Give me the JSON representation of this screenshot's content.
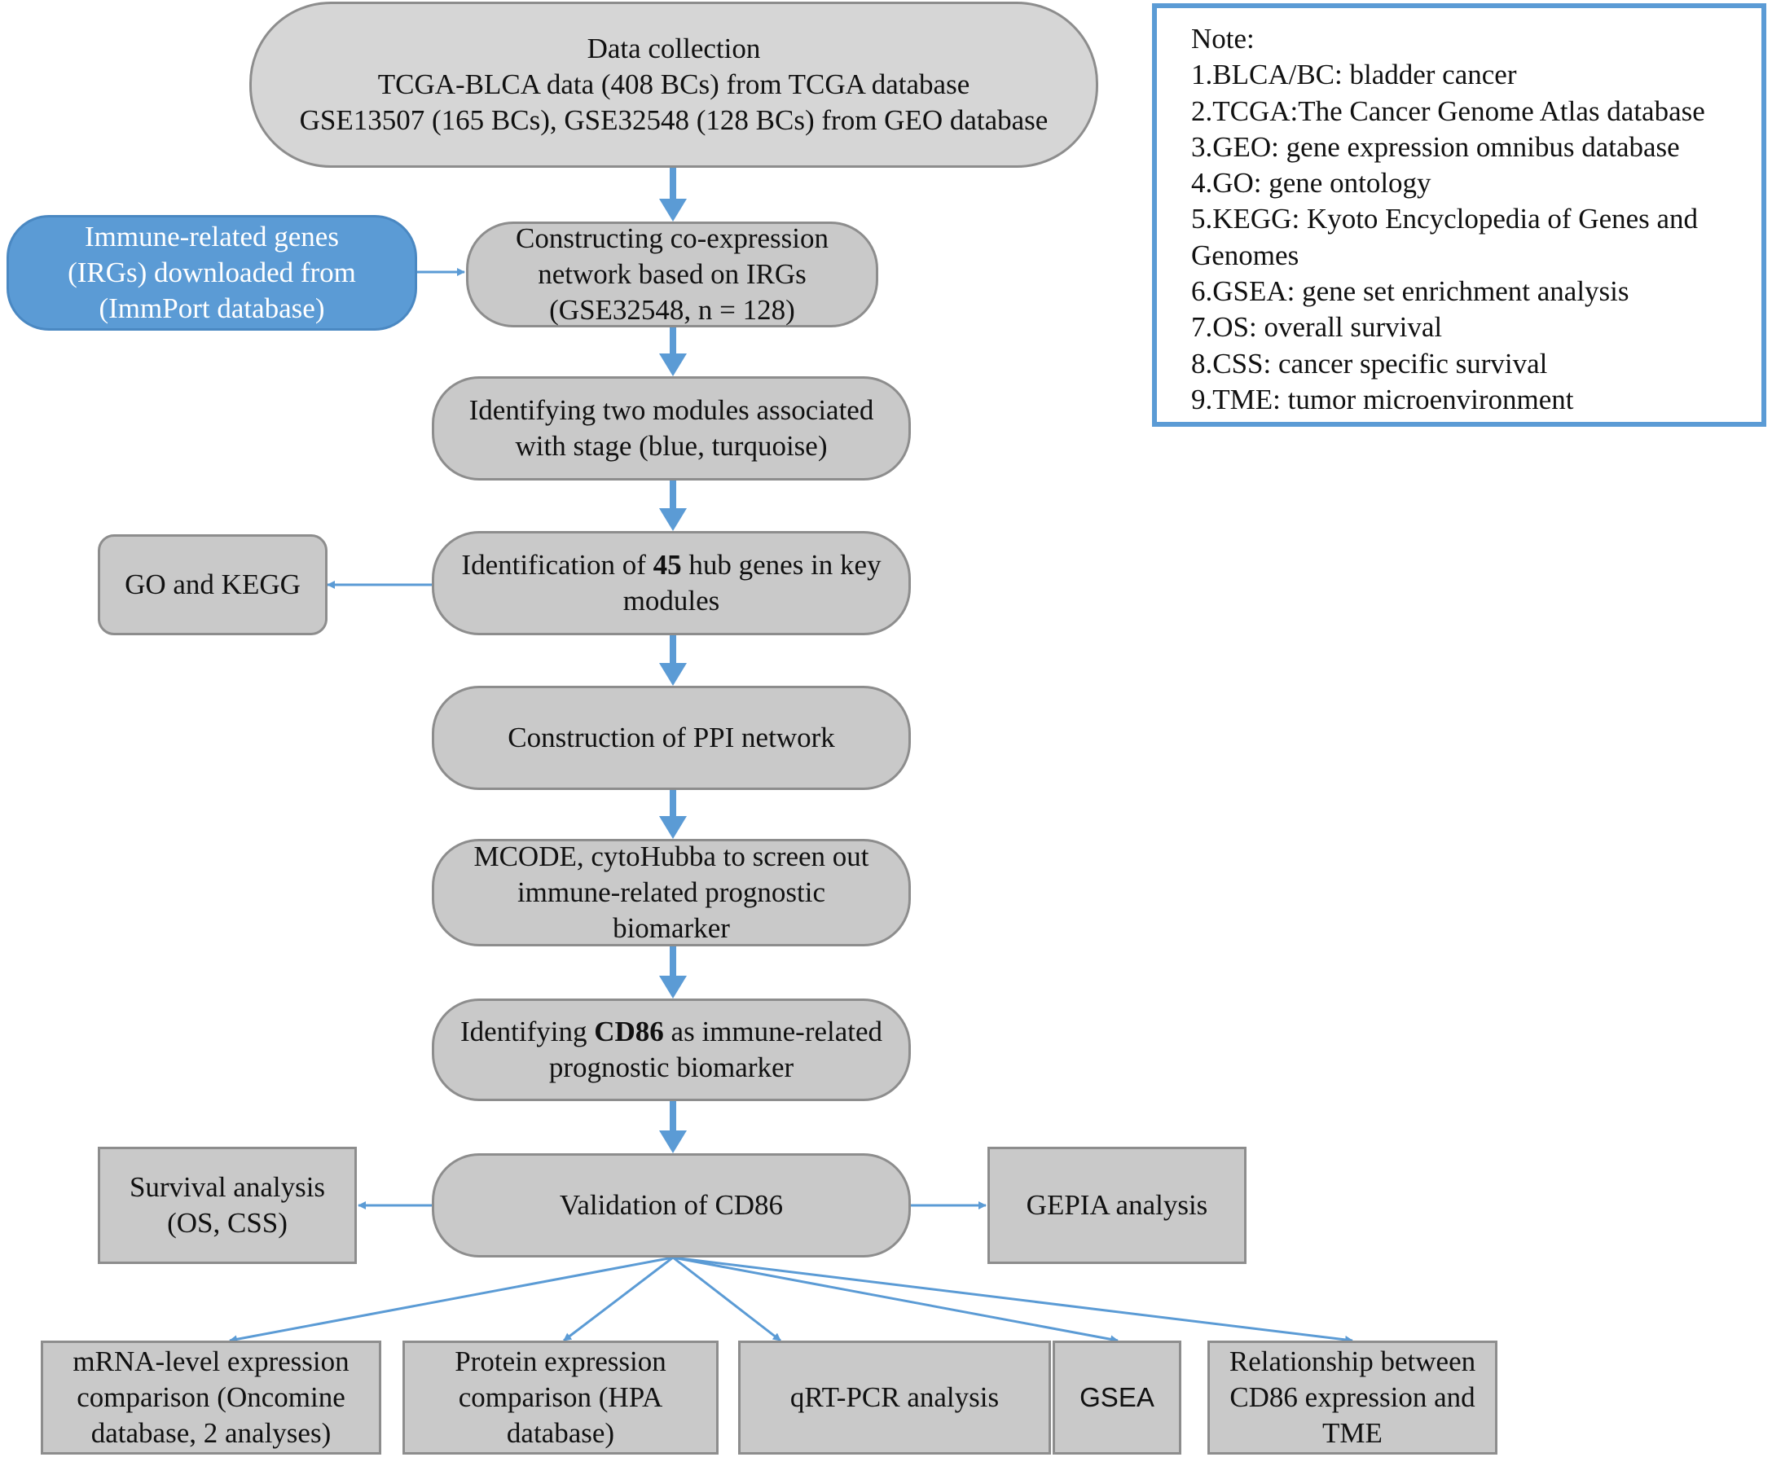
{
  "nodes": {
    "data_collection": {
      "lines": [
        "Data collection",
        "TCGA-BLCA data (408 BCs) from TCGA database",
        "GSE13507 (165 BCs), GSE32548 (128 BCs) from GEO database"
      ]
    },
    "irgs_source": {
      "lines": [
        "Immune-related genes",
        "(IRGs) downloaded from",
        "(ImmPort database)"
      ]
    },
    "coexpression": {
      "lines": [
        "Constructing co-expression",
        "network based on IRGs",
        "(GSE32548, n = 128)"
      ]
    },
    "modules": {
      "lines": [
        "Identifying two modules associated",
        "with stage (blue, turquoise)"
      ]
    },
    "hub_genes": {
      "pre": "Identification of ",
      "bold": "45",
      "post": " hub genes in key",
      "line2": "modules"
    },
    "go_kegg": {
      "label": "GO and KEGG"
    },
    "ppi": {
      "label": "Construction of PPI network"
    },
    "mcode": {
      "lines": [
        "MCODE, cytoHubba to screen out",
        "immune-related prognostic",
        "biomarker"
      ]
    },
    "cd86": {
      "pre": "Identifying ",
      "bold": "CD86",
      "post": " as immune-related",
      "line2": "prognostic biomarker"
    },
    "validation": {
      "label": "Validation of CD86"
    },
    "survival": {
      "lines": [
        "Survival analysis",
        "(OS, CSS)"
      ]
    },
    "gepia": {
      "label": "GEPIA analysis"
    },
    "mrna": {
      "lines": [
        "mRNA-level expression",
        "comparison (Oncomine",
        "database, 2 analyses)"
      ]
    },
    "protein": {
      "lines": [
        "Protein expression",
        "comparison (HPA",
        "database)"
      ]
    },
    "qrtpcr": {
      "label": "qRT-PCR analysis"
    },
    "gsea": {
      "label": "GSEA"
    },
    "tme": {
      "lines": [
        "Relationship between",
        "CD86 expression and",
        "TME"
      ]
    }
  },
  "note": {
    "title": "Note:",
    "items": [
      "1.BLCA/BC: bladder cancer",
      "2.TCGA:The Cancer Genome Atlas database",
      "3.GEO: gene expression omnibus database",
      "4.GO: gene ontology",
      "5.KEGG: Kyoto Encyclopedia of Genes and",
      "Genomes",
      "6.GSEA: gene set enrichment analysis",
      "7.OS: overall survival",
      "8.CSS: cancer specific survival",
      "9.TME: tumor microenvironment"
    ]
  },
  "colors": {
    "accent_blue": "#5b9bd5",
    "node_gray": "#c9c9c9",
    "node_border": "#8d8d8d",
    "arrow": "#5b9bd5"
  }
}
